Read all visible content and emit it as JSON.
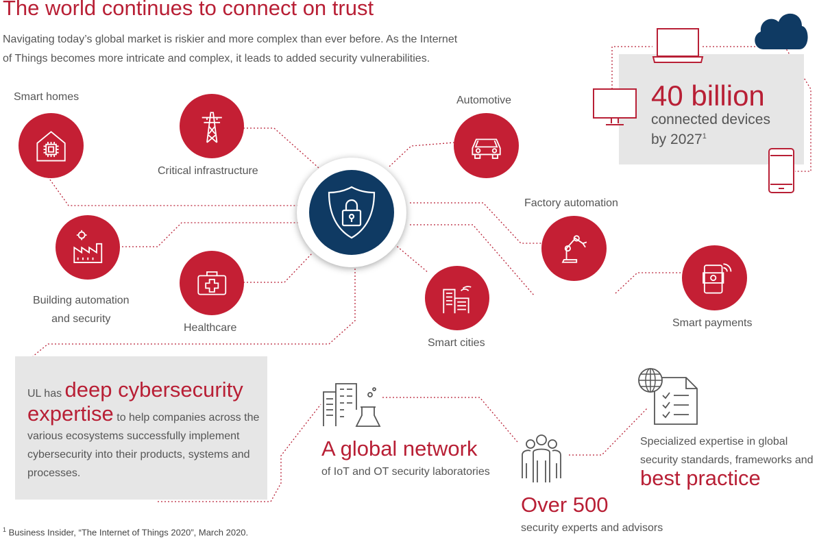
{
  "header": {
    "title": "The world continues to connect on trust",
    "intro_line1": "Navigating today’s global market is riskier and more complex than ever before. As the Internet",
    "intro_line2": "of Things becomes more intricate and complex, it leads to added security vulnerabilities."
  },
  "nodes": {
    "smart_homes": "Smart homes",
    "critical_infrastructure": "Critical infrastructure",
    "automotive": "Automotive",
    "factory_automation": "Factory automation",
    "building_line1": "Building automation",
    "building_line2": "and security",
    "healthcare": "Healthcare",
    "smart_cities": "Smart cities",
    "smart_payments": "Smart payments"
  },
  "stat": {
    "big": "40 billion",
    "line1": "connected devices",
    "line2": "by 2027",
    "sup": "1"
  },
  "ul_box": {
    "prefix": "UL has ",
    "highlight": "deep cybersecurity expertise",
    "rest": " to help companies across the various ecosystems successfully implement cybersecurity into their products, systems and processes."
  },
  "network": {
    "headline": "A global network",
    "sub": "of IoT and OT security laboratories"
  },
  "experts": {
    "headline": "Over 500",
    "sub": "security experts and advisors"
  },
  "standards": {
    "line1": "Specialized expertise in global",
    "line2": "security standards, frameworks and",
    "headline": "best practice"
  },
  "footnote": {
    "sup": "1",
    "text": " Business Insider, “The Internet of Things 2020”, March 2020."
  },
  "colors": {
    "accent_red": "#c41f34",
    "hub_navy": "#0f3a63",
    "panel_gray": "#e6e6e6"
  },
  "icons": {
    "hub": "shield-lock-icon",
    "smart_homes": "house-chip-icon",
    "critical_infrastructure": "power-tower-icon",
    "automotive": "car-icon",
    "factory_automation": "robot-arm-icon",
    "building": "factory-gear-icon",
    "healthcare": "first-aid-kit-icon",
    "smart_cities": "buildings-wifi-icon",
    "smart_payments": "phone-payment-icon"
  }
}
